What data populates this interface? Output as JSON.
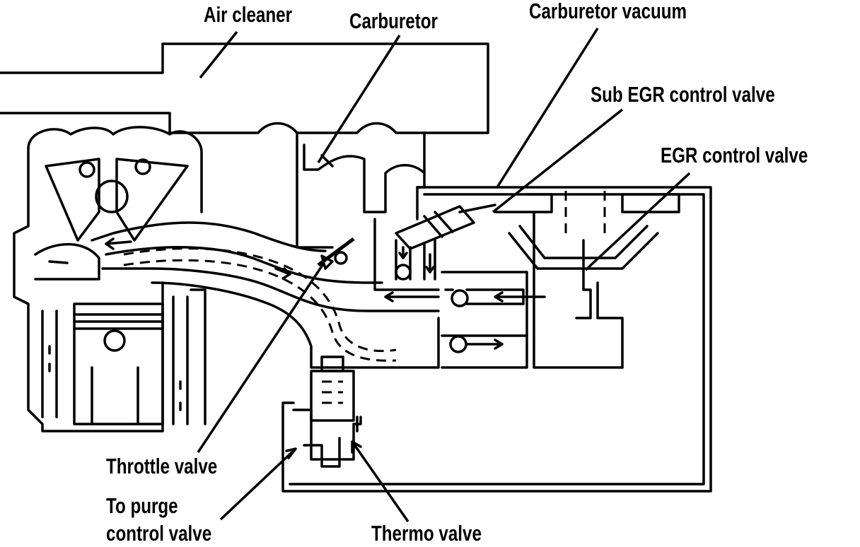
{
  "labels": {
    "air_cleaner": "Air cleaner",
    "carburetor": "Carburetor",
    "carburetor_vacuum": "Carburetor vacuum",
    "sub_egr_control_valve": "Sub EGR control valve",
    "egr_control_valve": "EGR control valve",
    "throttle_valve": "Throttle valve",
    "to_purge_line1": "To purge",
    "to_purge_line2": "control valve",
    "thermo_valve": "Thermo valve"
  },
  "colors": {
    "line": "#000000",
    "background": "#ffffff"
  }
}
